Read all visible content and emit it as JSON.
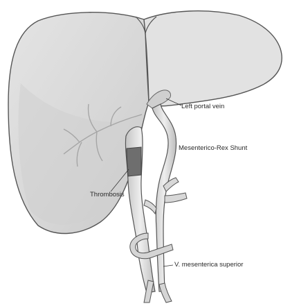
{
  "labels": {
    "left_portal_vein": "Left portal vein",
    "shunt": "Mesenterico-Rex Shunt",
    "thrombosis": "Thrombosis",
    "smv": "V. mesenterica superior"
  }
}
